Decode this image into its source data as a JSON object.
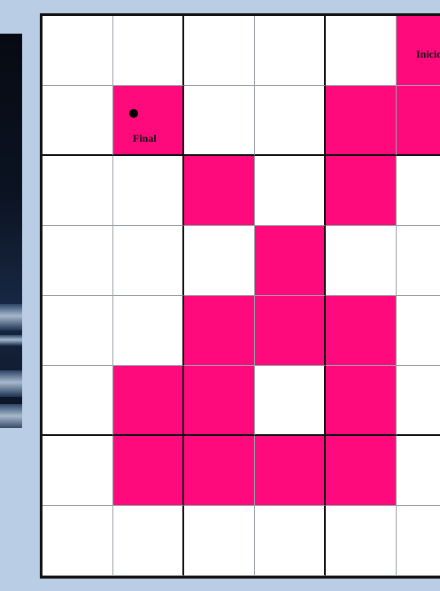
{
  "board": {
    "rows": 8,
    "cols": 6,
    "filled": [
      [
        0,
        5
      ],
      [
        1,
        1
      ],
      [
        1,
        4
      ],
      [
        1,
        5
      ],
      [
        2,
        2
      ],
      [
        2,
        4
      ],
      [
        3,
        3
      ],
      [
        4,
        2
      ],
      [
        4,
        3
      ],
      [
        4,
        4
      ],
      [
        5,
        1
      ],
      [
        5,
        2
      ],
      [
        5,
        4
      ],
      [
        6,
        1
      ],
      [
        6,
        2
      ],
      [
        6,
        3
      ],
      [
        6,
        4
      ]
    ],
    "thick_row_lines_after": [
      1,
      5
    ],
    "thick_col_lines_after": [
      1,
      3
    ],
    "fill_color": "#ff0a7c"
  },
  "labels": {
    "start": "Inicio",
    "end": "Final"
  }
}
